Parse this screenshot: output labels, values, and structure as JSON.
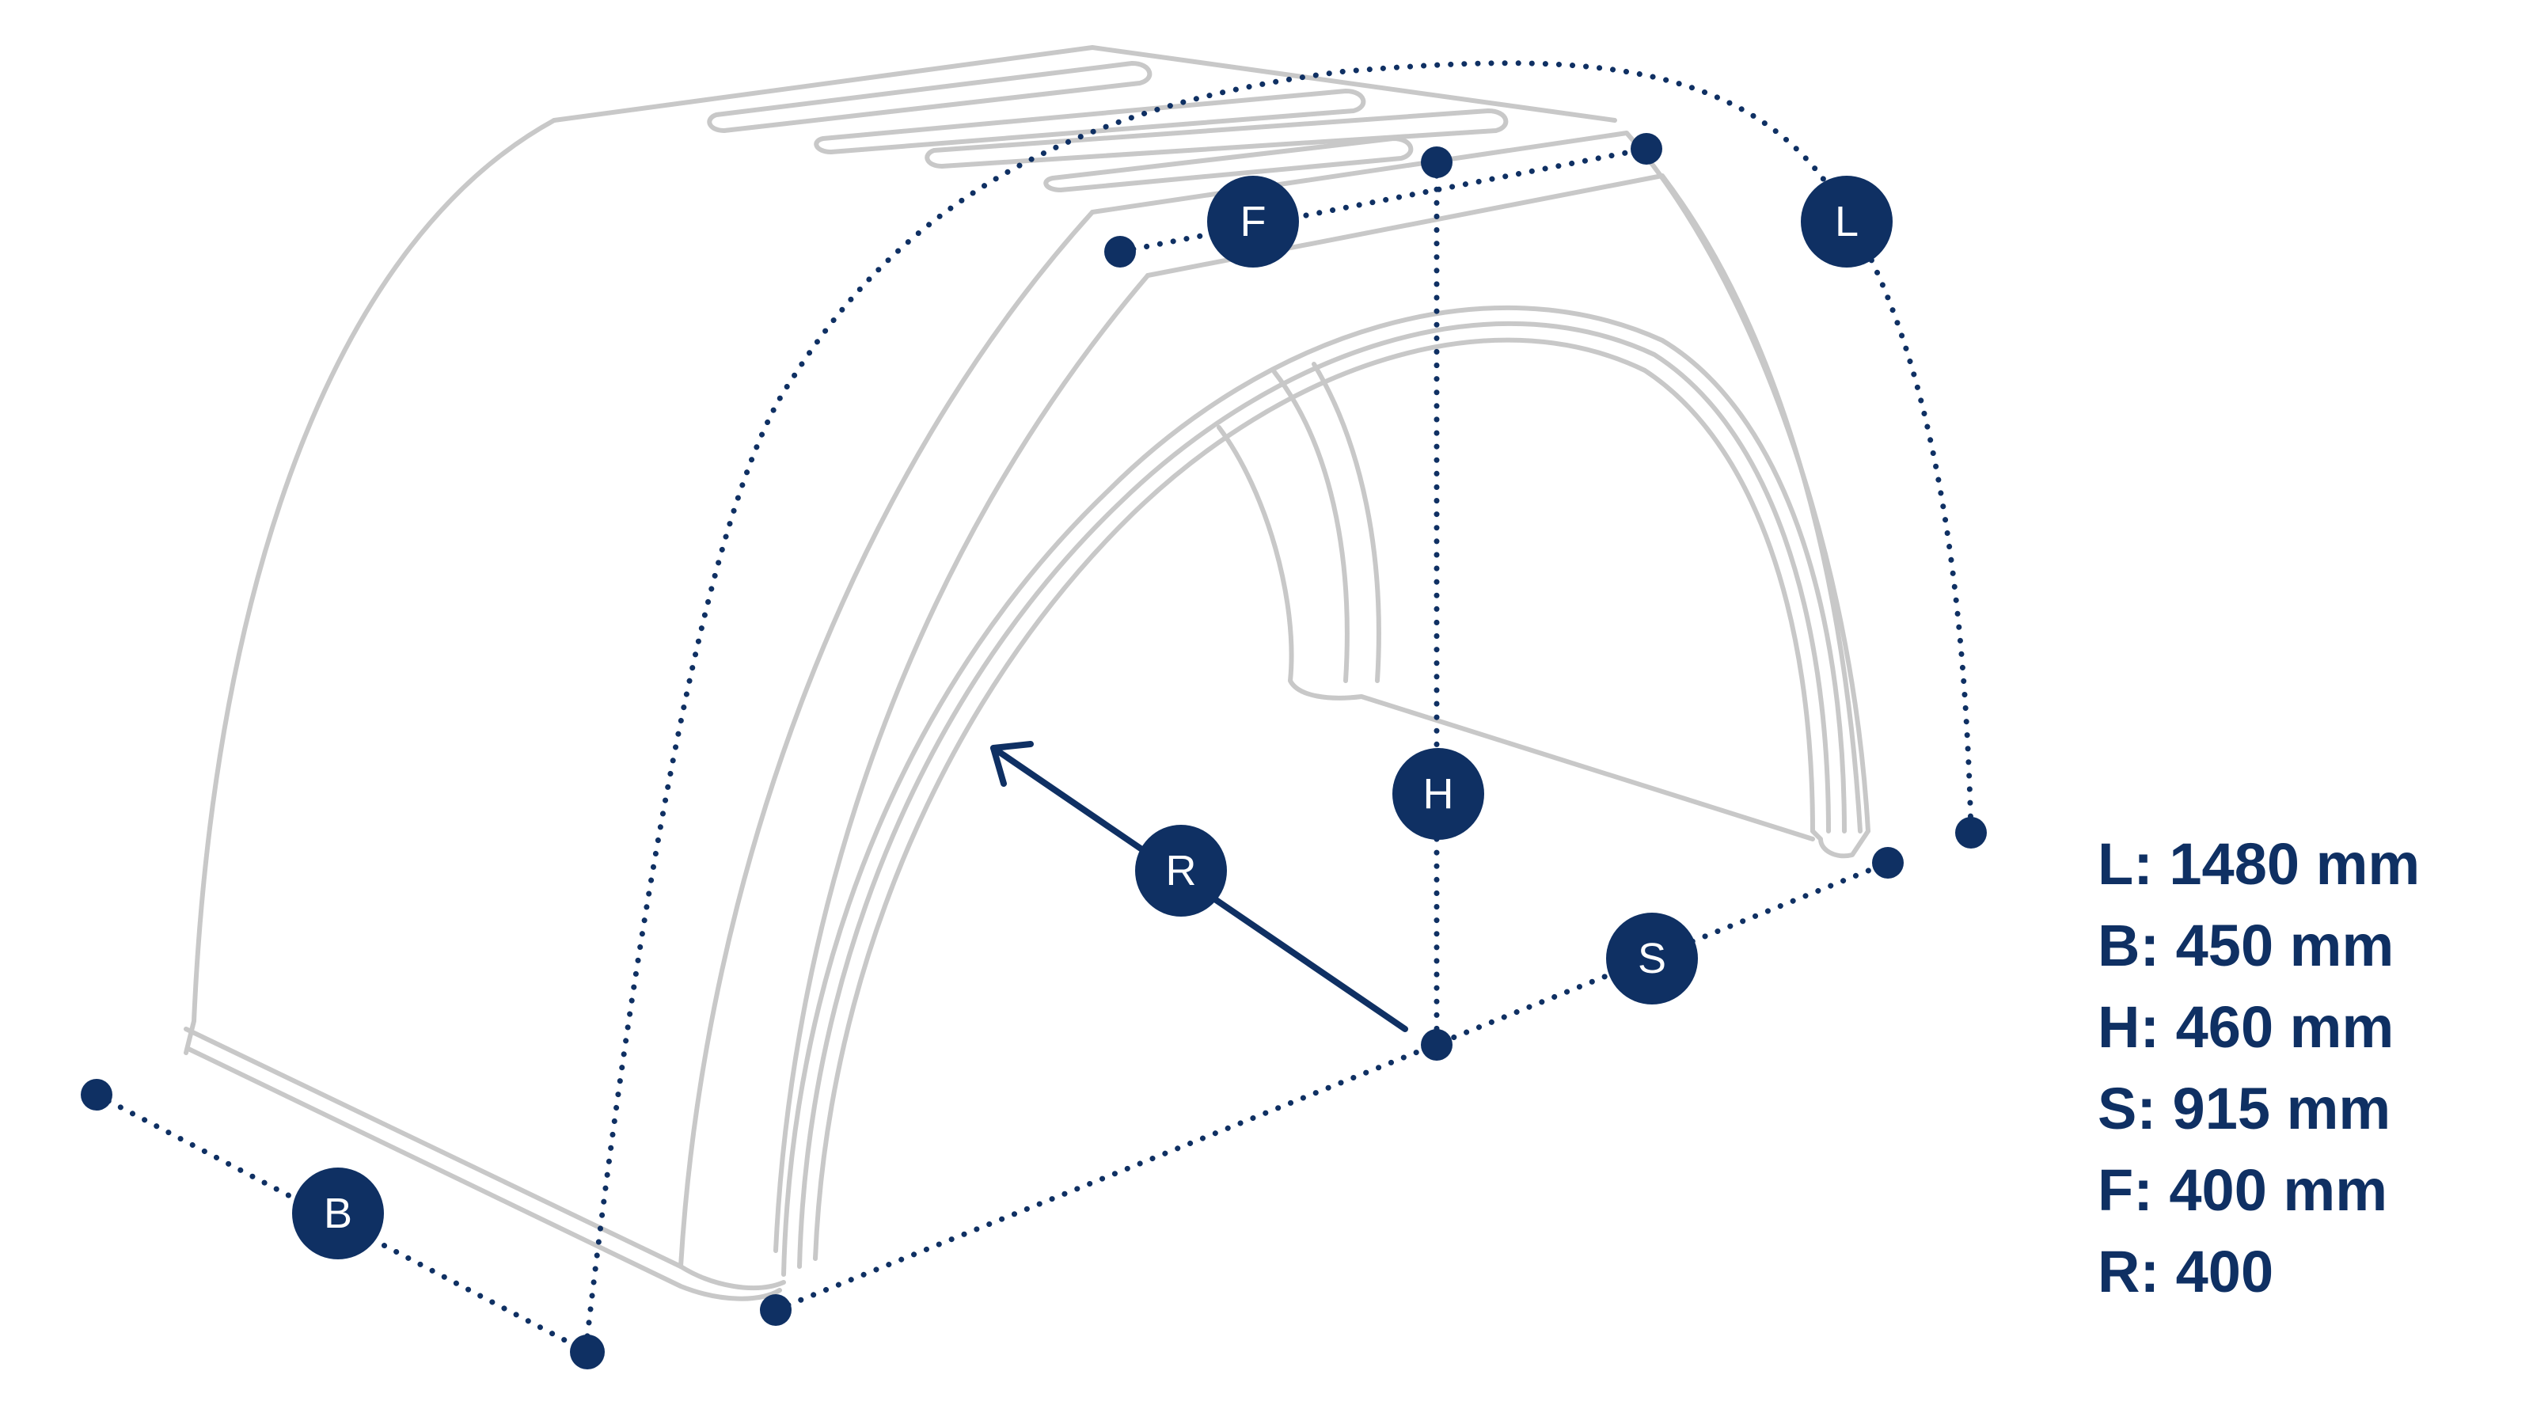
{
  "markers": {
    "f": "F",
    "l": "L",
    "h": "H",
    "r": "R",
    "s": "S",
    "b": "B"
  },
  "specs": [
    "L: 1480 mm",
    "B: 450 mm",
    "H: 460 mm",
    "S: 915 mm",
    "F: 400 mm",
    "R: 400"
  ],
  "colors": {
    "accent": "#0f3063",
    "outline": "#c8c8c8"
  }
}
